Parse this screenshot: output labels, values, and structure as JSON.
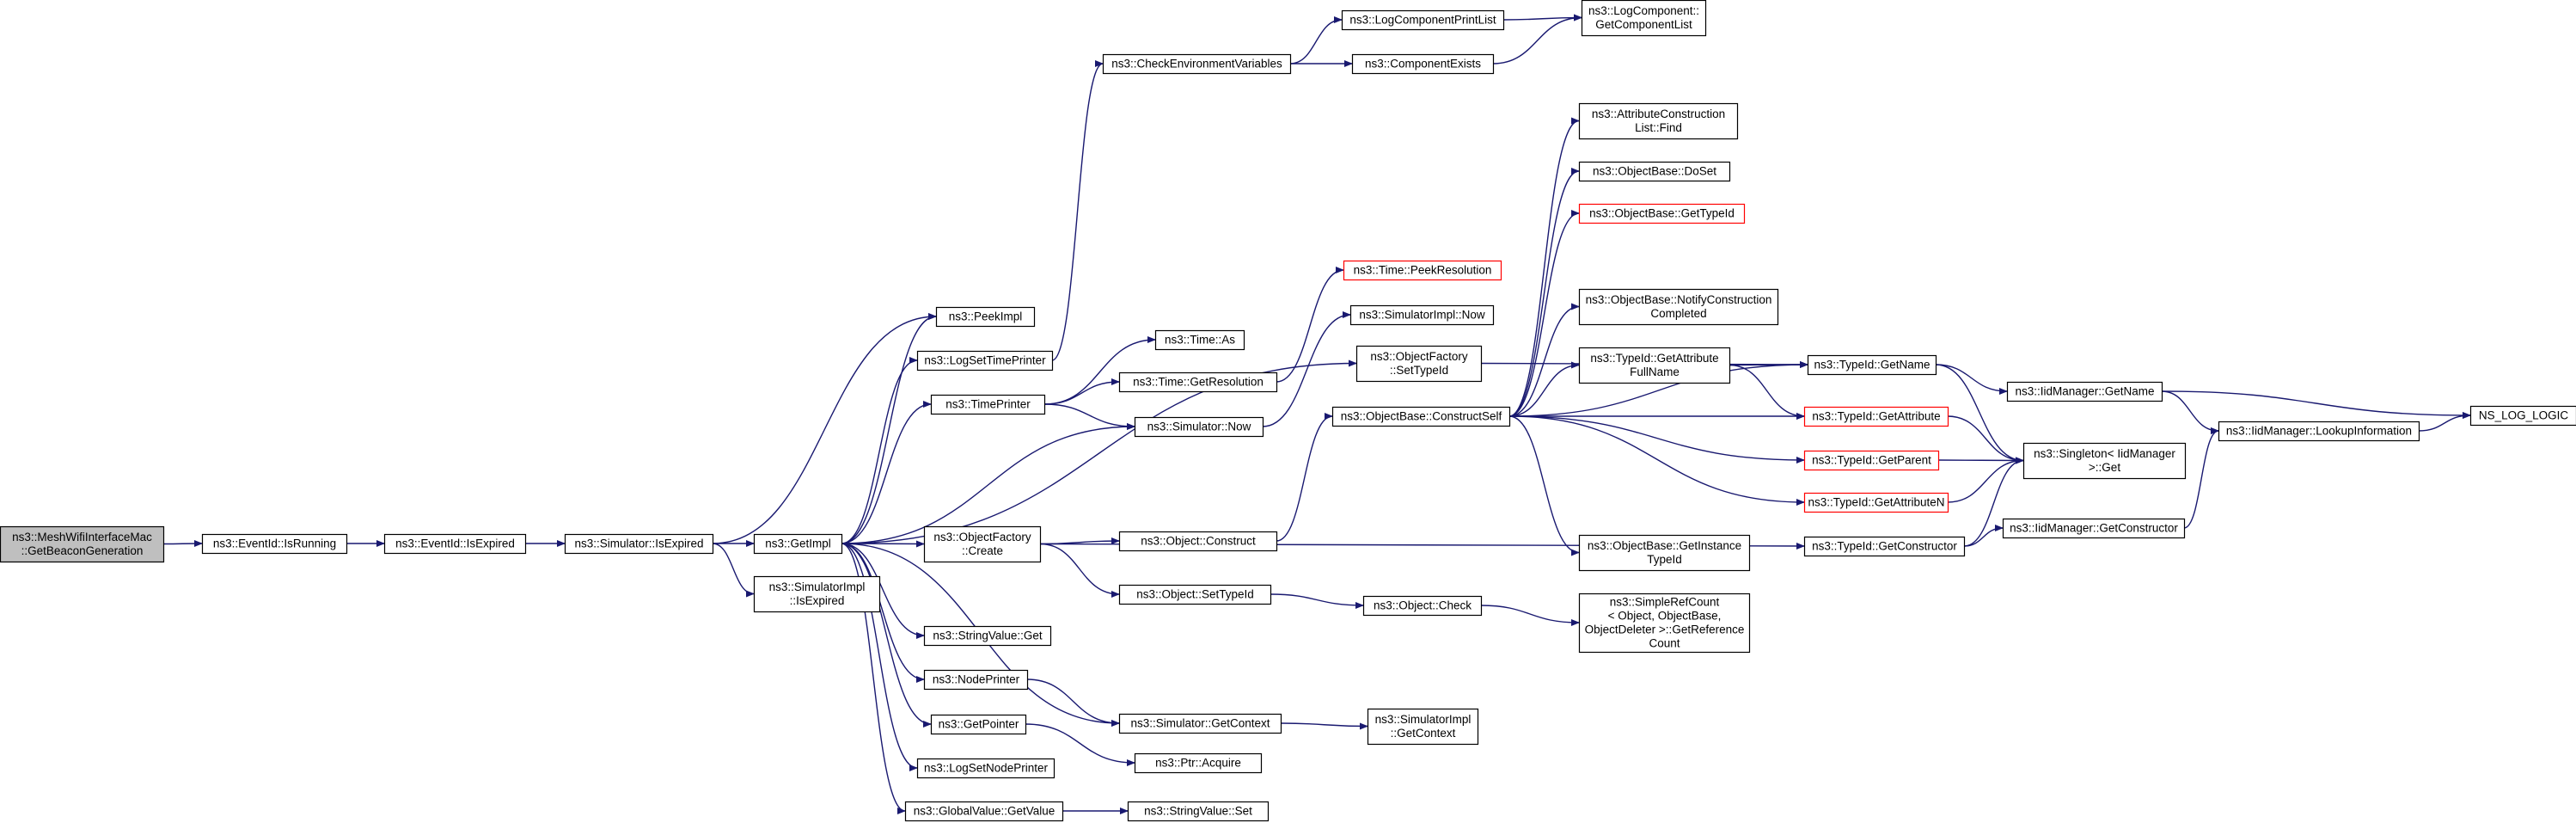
{
  "colors": {
    "edge": "#191970",
    "node_border": "#000000",
    "node_border_truncated": "#ff0000",
    "root_fill": "#bfbfbf",
    "node_fill": "#ffffff"
  },
  "nodes": [
    {
      "id": "root",
      "lines": [
        "ns3::MeshWifiInterfaceMac",
        "::GetBeaconGeneration"
      ],
      "truncated": false,
      "root": true
    },
    {
      "id": "isRunning",
      "lines": [
        "ns3::EventId::IsRunning"
      ],
      "truncated": false
    },
    {
      "id": "eidIsExpired",
      "lines": [
        "ns3::EventId::IsExpired"
      ],
      "truncated": false
    },
    {
      "id": "simIsExpired",
      "lines": [
        "ns3::Simulator::IsExpired"
      ],
      "truncated": false
    },
    {
      "id": "getImpl",
      "lines": [
        "ns3::GetImpl"
      ],
      "truncated": false
    },
    {
      "id": "simImplIsExpired",
      "lines": [
        "ns3::SimulatorImpl",
        "::IsExpired"
      ],
      "truncated": false
    },
    {
      "id": "peekImpl",
      "lines": [
        "ns3::PeekImpl"
      ],
      "truncated": false
    },
    {
      "id": "logSetTimePrinter",
      "lines": [
        "ns3::LogSetTimePrinter"
      ],
      "truncated": false
    },
    {
      "id": "timePrinter",
      "lines": [
        "ns3::TimePrinter"
      ],
      "truncated": false
    },
    {
      "id": "ofCreate",
      "lines": [
        "ns3::ObjectFactory",
        "::Create"
      ],
      "truncated": false
    },
    {
      "id": "stringValueGet",
      "lines": [
        "ns3::StringValue::Get"
      ],
      "truncated": false
    },
    {
      "id": "nodePrinter",
      "lines": [
        "ns3::NodePrinter"
      ],
      "truncated": false
    },
    {
      "id": "getPointer",
      "lines": [
        "ns3::GetPointer"
      ],
      "truncated": false
    },
    {
      "id": "logSetNodePrinter",
      "lines": [
        "ns3::LogSetNodePrinter"
      ],
      "truncated": false
    },
    {
      "id": "globalValueGetValue",
      "lines": [
        "ns3::GlobalValue::GetValue"
      ],
      "truncated": false
    },
    {
      "id": "checkEnv",
      "lines": [
        "ns3::CheckEnvironmentVariables"
      ],
      "truncated": false
    },
    {
      "id": "timeAs",
      "lines": [
        "ns3::Time::As"
      ],
      "truncated": false
    },
    {
      "id": "timeGetResolution",
      "lines": [
        "ns3::Time::GetResolution"
      ],
      "truncated": false
    },
    {
      "id": "simulatorNow",
      "lines": [
        "ns3::Simulator::Now"
      ],
      "truncated": false
    },
    {
      "id": "objectConstruct",
      "lines": [
        "ns3::Object::Construct"
      ],
      "truncated": false
    },
    {
      "id": "objectSetTypeId",
      "lines": [
        "ns3::Object::SetTypeId"
      ],
      "truncated": false
    },
    {
      "id": "simulatorGetContext",
      "lines": [
        "ns3::Simulator::GetContext"
      ],
      "truncated": false
    },
    {
      "id": "ptrAcquire",
      "lines": [
        "ns3::Ptr::Acquire"
      ],
      "truncated": false
    },
    {
      "id": "stringValueSet",
      "lines": [
        "ns3::StringValue::Set"
      ],
      "truncated": false
    },
    {
      "id": "logComponentPrintList",
      "lines": [
        "ns3::LogComponentPrintList"
      ],
      "truncated": false
    },
    {
      "id": "componentExists",
      "lines": [
        "ns3::ComponentExists"
      ],
      "truncated": false
    },
    {
      "id": "timePeekResolution",
      "lines": [
        "ns3::Time::PeekResolution"
      ],
      "truncated": true
    },
    {
      "id": "simImplNow",
      "lines": [
        "ns3::SimulatorImpl::Now"
      ],
      "truncated": false
    },
    {
      "id": "ofSetTypeId",
      "lines": [
        "ns3::ObjectFactory",
        "::SetTypeId"
      ],
      "truncated": false
    },
    {
      "id": "constructSelf",
      "lines": [
        "ns3::ObjectBase::ConstructSelf"
      ],
      "truncated": false
    },
    {
      "id": "objectCheck",
      "lines": [
        "ns3::Object::Check"
      ],
      "truncated": false
    },
    {
      "id": "simImplGetContext",
      "lines": [
        "ns3::SimulatorImpl",
        "::GetContext"
      ],
      "truncated": false
    },
    {
      "id": "logComponentGetList",
      "lines": [
        "ns3::LogComponent::",
        "GetComponentList"
      ],
      "truncated": false
    },
    {
      "id": "attrConstructionFind",
      "lines": [
        "ns3::AttributeConstruction",
        "List::Find"
      ],
      "truncated": false
    },
    {
      "id": "objectBaseDoSet",
      "lines": [
        "ns3::ObjectBase::DoSet"
      ],
      "truncated": false
    },
    {
      "id": "objectBaseGetTypeId",
      "lines": [
        "ns3::ObjectBase::GetTypeId"
      ],
      "truncated": true
    },
    {
      "id": "notifyConstructionCompleted",
      "lines": [
        "ns3::ObjectBase::NotifyConstruction",
        "Completed"
      ],
      "truncated": false
    },
    {
      "id": "getAttributeFullName",
      "lines": [
        "ns3::TypeId::GetAttribute",
        "FullName"
      ],
      "truncated": false
    },
    {
      "id": "getInstanceTypeId",
      "lines": [
        "ns3::ObjectBase::GetInstance",
        "TypeId"
      ],
      "truncated": false
    },
    {
      "id": "simpleRefCount",
      "lines": [
        "ns3::SimpleRefCount",
        "< Object, ObjectBase,",
        "ObjectDeleter >::GetReference",
        "Count"
      ],
      "truncated": false
    },
    {
      "id": "typeIdGetName",
      "lines": [
        "ns3::TypeId::GetName"
      ],
      "truncated": false
    },
    {
      "id": "typeIdGetAttribute",
      "lines": [
        "ns3::TypeId::GetAttribute"
      ],
      "truncated": true
    },
    {
      "id": "typeIdGetParent",
      "lines": [
        "ns3::TypeId::GetParent"
      ],
      "truncated": true
    },
    {
      "id": "typeIdGetAttributeN",
      "lines": [
        "ns3::TypeId::GetAttributeN"
      ],
      "truncated": true
    },
    {
      "id": "typeIdGetConstructor",
      "lines": [
        "ns3::TypeId::GetConstructor"
      ],
      "truncated": false
    },
    {
      "id": "singletonGet",
      "lines": [
        "ns3::Singleton< IidManager",
        ">::Get"
      ],
      "truncated": false
    },
    {
      "id": "iidGetName",
      "lines": [
        "ns3::IidManager::GetName"
      ],
      "truncated": false
    },
    {
      "id": "iidGetConstructor",
      "lines": [
        "ns3::IidManager::GetConstructor"
      ],
      "truncated": false
    },
    {
      "id": "iidLookupInformation",
      "lines": [
        "ns3::IidManager::LookupInformation"
      ],
      "truncated": false
    },
    {
      "id": "nsLogLogic",
      "lines": [
        "NS_LOG_LOGIC"
      ],
      "truncated": false
    }
  ],
  "edges": [
    [
      "root",
      "isRunning"
    ],
    [
      "isRunning",
      "eidIsExpired"
    ],
    [
      "eidIsExpired",
      "simIsExpired"
    ],
    [
      "simIsExpired",
      "getImpl"
    ],
    [
      "simIsExpired",
      "simImplIsExpired"
    ],
    [
      "simIsExpired",
      "peekImpl"
    ],
    [
      "getImpl",
      "peekImpl"
    ],
    [
      "getImpl",
      "logSetTimePrinter"
    ],
    [
      "getImpl",
      "timePrinter"
    ],
    [
      "getImpl",
      "simulatorNow"
    ],
    [
      "getImpl",
      "ofSetTypeId"
    ],
    [
      "getImpl",
      "ofCreate"
    ],
    [
      "getImpl",
      "stringValueGet"
    ],
    [
      "getImpl",
      "nodePrinter"
    ],
    [
      "getImpl",
      "getPointer"
    ],
    [
      "getImpl",
      "logSetNodePrinter"
    ],
    [
      "getImpl",
      "globalValueGetValue"
    ],
    [
      "getImpl",
      "simulatorGetContext"
    ],
    [
      "logSetTimePrinter",
      "checkEnv"
    ],
    [
      "timePrinter",
      "timeAs"
    ],
    [
      "timePrinter",
      "timeGetResolution"
    ],
    [
      "timePrinter",
      "simulatorNow"
    ],
    [
      "timeGetResolution",
      "timePeekResolution"
    ],
    [
      "simulatorNow",
      "simImplNow"
    ],
    [
      "ofCreate",
      "objectConstruct"
    ],
    [
      "ofCreate",
      "objectSetTypeId"
    ],
    [
      "ofCreate",
      "typeIdGetConstructor"
    ],
    [
      "objectConstruct",
      "constructSelf"
    ],
    [
      "objectSetTypeId",
      "objectCheck"
    ],
    [
      "objectCheck",
      "simpleRefCount"
    ],
    [
      "nodePrinter",
      "simulatorGetContext"
    ],
    [
      "simulatorGetContext",
      "simImplGetContext"
    ],
    [
      "getPointer",
      "ptrAcquire"
    ],
    [
      "globalValueGetValue",
      "stringValueSet"
    ],
    [
      "checkEnv",
      "logComponentPrintList"
    ],
    [
      "checkEnv",
      "componentExists"
    ],
    [
      "logComponentPrintList",
      "logComponentGetList"
    ],
    [
      "componentExists",
      "logComponentGetList"
    ],
    [
      "ofSetTypeId",
      "typeIdGetName"
    ],
    [
      "constructSelf",
      "attrConstructionFind"
    ],
    [
      "constructSelf",
      "objectBaseDoSet"
    ],
    [
      "constructSelf",
      "objectBaseGetTypeId"
    ],
    [
      "constructSelf",
      "notifyConstructionCompleted"
    ],
    [
      "constructSelf",
      "getAttributeFullName"
    ],
    [
      "constructSelf",
      "typeIdGetName"
    ],
    [
      "constructSelf",
      "typeIdGetAttribute"
    ],
    [
      "constructSelf",
      "typeIdGetParent"
    ],
    [
      "constructSelf",
      "typeIdGetAttributeN"
    ],
    [
      "constructSelf",
      "getInstanceTypeId"
    ],
    [
      "getAttributeFullName",
      "typeIdGetName"
    ],
    [
      "getAttributeFullName",
      "typeIdGetAttribute"
    ],
    [
      "typeIdGetName",
      "iidGetName"
    ],
    [
      "typeIdGetName",
      "singletonGet"
    ],
    [
      "typeIdGetAttribute",
      "singletonGet"
    ],
    [
      "typeIdGetParent",
      "singletonGet"
    ],
    [
      "typeIdGetAttributeN",
      "singletonGet"
    ],
    [
      "typeIdGetConstructor",
      "singletonGet"
    ],
    [
      "typeIdGetConstructor",
      "iidGetConstructor"
    ],
    [
      "iidGetName",
      "iidLookupInformation"
    ],
    [
      "iidGetName",
      "nsLogLogic"
    ],
    [
      "iidGetConstructor",
      "iidLookupInformation"
    ],
    [
      "iidLookupInformation",
      "nsLogLogic"
    ]
  ]
}
